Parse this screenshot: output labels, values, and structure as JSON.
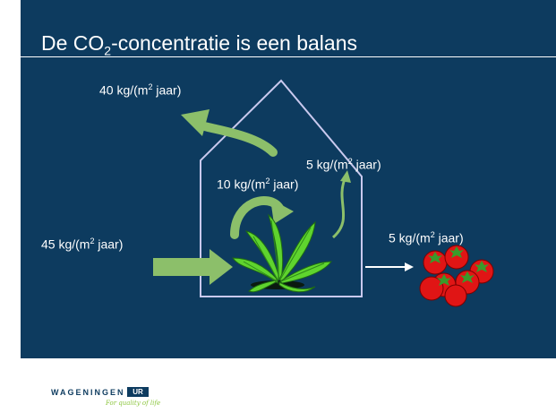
{
  "slide": {
    "title_prefix": "De CO",
    "title_subscript": "2",
    "title_suffix": "-concentratie is een balans"
  },
  "labels": {
    "unit_superscript": "2",
    "top_left": {
      "prefix": "40 kg/(m",
      "suffix": " jaar)"
    },
    "upper_right": {
      "prefix": "5 kg/(m",
      "suffix": " jaar)"
    },
    "middle": {
      "prefix": "10 kg/(m",
      "suffix": " jaar)"
    },
    "left": {
      "prefix": "45 kg/(m",
      "suffix": " jaar)"
    },
    "right": {
      "prefix": "5 kg/(m",
      "suffix": " jaar)"
    }
  },
  "footer": {
    "logo_text": "WAGENINGEN",
    "logo_ur": "UR",
    "tagline": "For quality of life"
  },
  "colors": {
    "background": "#0d3b5f",
    "arrow_green": "#8cbf6a",
    "greenhouse_outline": "#c9c9ee",
    "tomato": "#e01515"
  }
}
